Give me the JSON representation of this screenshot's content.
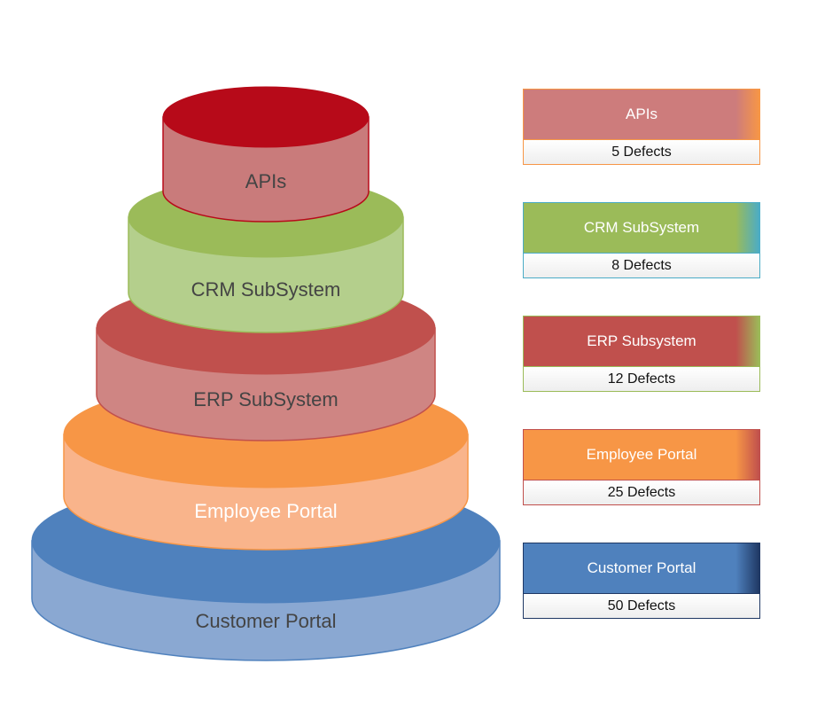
{
  "tiers": [
    {
      "label": "APIs",
      "defects": "5 Defects",
      "top": "#b70a19",
      "side": "#c97b7b",
      "text": "#444444"
    },
    {
      "label": "CRM SubSystem",
      "defects": "8 Defects",
      "top": "#9bbb59",
      "side": "#b4cf8c",
      "text": "#444444"
    },
    {
      "label": "ERP SubSystem",
      "defects": "12 Defects",
      "top": "#c0504d",
      "side": "#cf8583",
      "text": "#444444"
    },
    {
      "label": "Employee Portal",
      "defects": "25 Defects",
      "top": "#f79646",
      "side": "#f9b48b",
      "text": "#ffffff"
    },
    {
      "label": "Customer Portal",
      "defects": "50 Defects",
      "top": "#4f81bd",
      "side": "#8aa8d2",
      "text": "#444444"
    }
  ],
  "legend": [
    {
      "title": "APIs",
      "value": "5 Defects",
      "fill": "#cd7c7c",
      "border": "#f79646"
    },
    {
      "title": "CRM SubSystem",
      "value": "8 Defects",
      "fill": "#9bbb59",
      "border": "#4bacc6"
    },
    {
      "title": "ERP Subsystem",
      "value": "12 Defects",
      "fill": "#c0504d",
      "border": "#9bbb59"
    },
    {
      "title": "Employee Portal",
      "value": "25 Defects",
      "fill": "#f79646",
      "border": "#c0504d"
    },
    {
      "title": "Customer Portal",
      "value": "50 Defects",
      "fill": "#4f81bd",
      "border": "#1f3864"
    }
  ]
}
